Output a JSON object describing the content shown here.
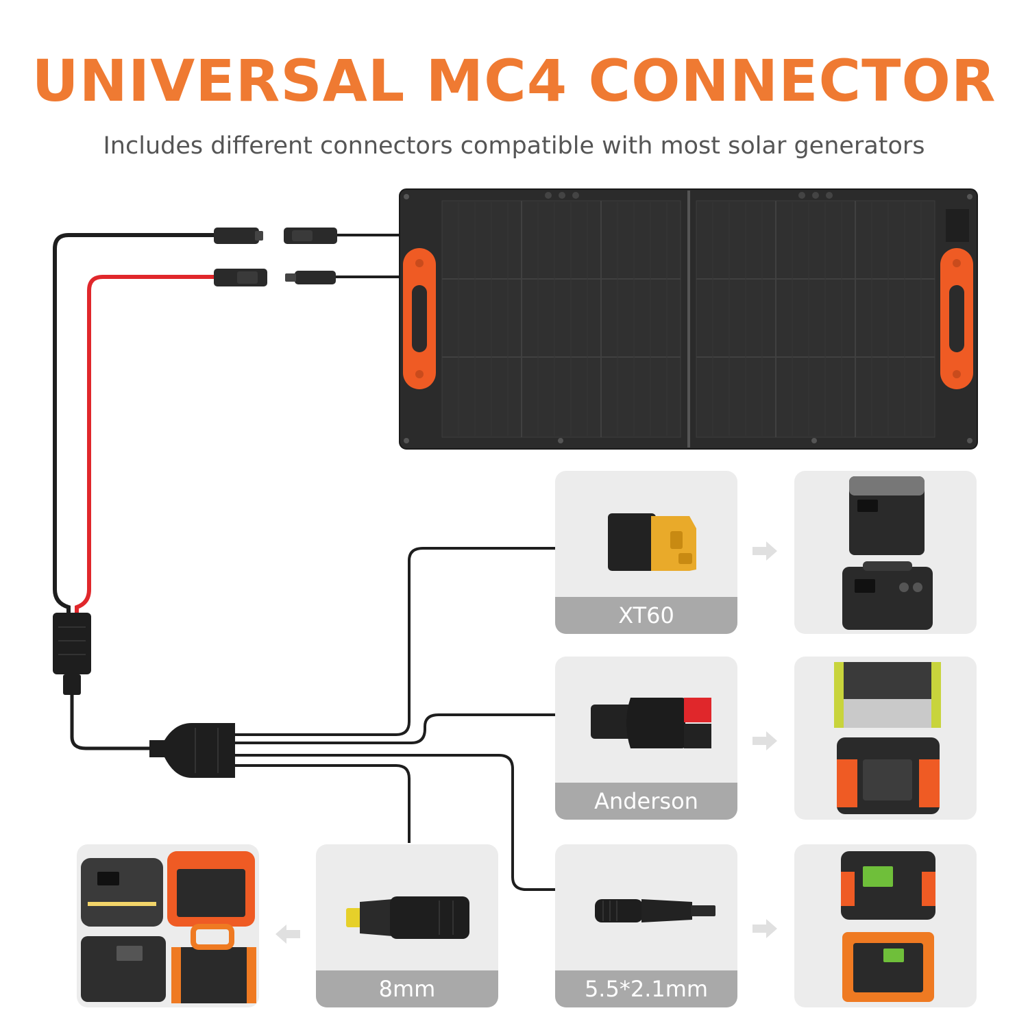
{
  "header": {
    "title": "UNIVERSAL MC4 CONNECTOR",
    "subtitle": "Includes different connectors compatible with most solar generators"
  },
  "connectors": [
    {
      "label": "XT60",
      "icon": "xt60-plug-icon"
    },
    {
      "label": "Anderson",
      "icon": "anderson-plug-icon"
    },
    {
      "label": "8mm",
      "icon": "8mm-dc-plug-icon"
    },
    {
      "label": "5.5*2.1mm",
      "icon": "dc-5521-plug-icon"
    }
  ],
  "colors": {
    "accent": "#ef7a32",
    "panel": "#2b2b2b",
    "cable_black": "#1e1e1e",
    "cable_red": "#e0272b",
    "card_bg": "#ececec",
    "label_bg": "#a9a9a9"
  }
}
